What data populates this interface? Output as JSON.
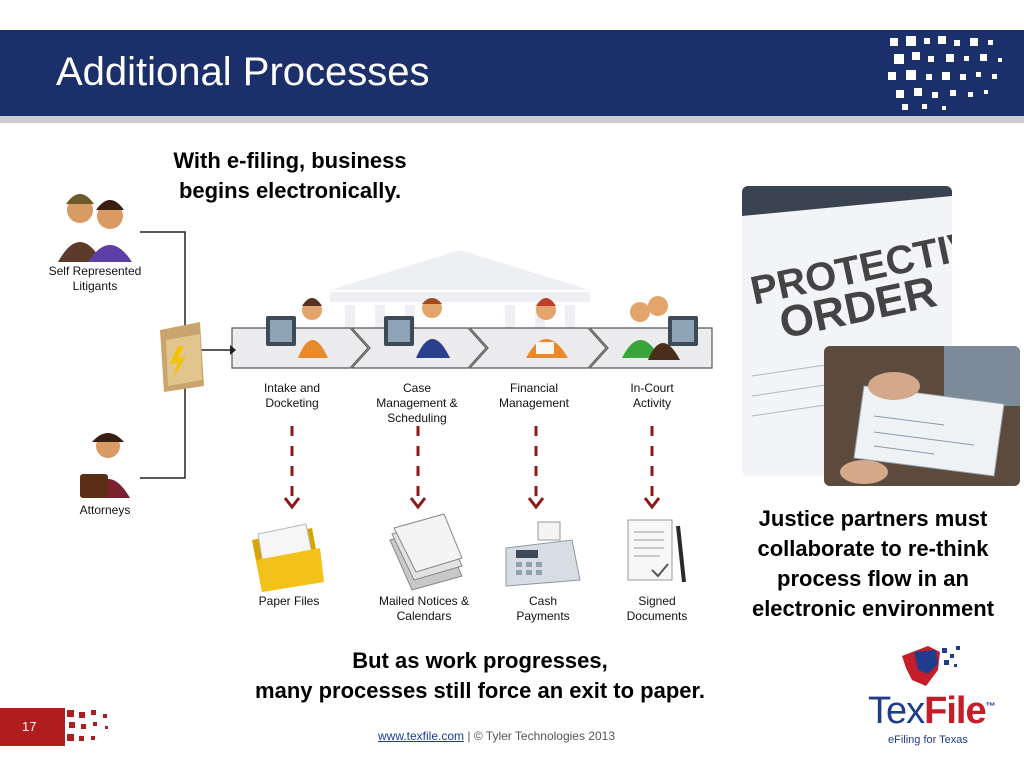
{
  "slide": {
    "title": "Additional Processes",
    "headline_top": [
      "With e-filing, business",
      "begins electronically."
    ],
    "headline_right": [
      "Justice partners must",
      "collaborate to re-think",
      "process flow in an",
      "electronic environment"
    ],
    "headline_bottom": [
      "But as work progresses,",
      "many processes still force an exit to paper."
    ]
  },
  "sources": [
    {
      "label": [
        "Self Represented",
        "Litigants"
      ],
      "icon": "people-pair-icon"
    },
    {
      "label": [
        "Attorneys"
      ],
      "icon": "attorney-briefcase-icon"
    }
  ],
  "process_steps": [
    {
      "label": [
        "Intake and",
        "Docketing"
      ],
      "icon": "clerk-computer-icon"
    },
    {
      "label": [
        "Case",
        "Management &",
        "Scheduling"
      ],
      "icon": "manager-computer-icon"
    },
    {
      "label": [
        "Financial",
        "Management"
      ],
      "icon": "accountant-icon"
    },
    {
      "label": [
        "In-Court",
        "Activity"
      ],
      "icon": "judge-computer-icon"
    }
  ],
  "paper_outputs": [
    {
      "label": [
        "Paper Files"
      ],
      "icon": "folder-icon"
    },
    {
      "label": [
        "Mailed Notices &",
        "Calendars"
      ],
      "icon": "paper-stack-icon"
    },
    {
      "label": [
        "Cash",
        "Payments"
      ],
      "icon": "cash-register-icon"
    },
    {
      "label": [
        "Signed",
        "Documents"
      ],
      "icon": "signed-document-icon"
    }
  ],
  "photos": {
    "order_text": [
      "PROTECTIVE",
      "ORDER"
    ]
  },
  "footer": {
    "page_number": "17",
    "link": "www.texfile.com",
    "separator": "|",
    "copyright": "© Tyler Technologies 2013"
  },
  "brand": {
    "tex": "Tex",
    "file": "File",
    "tm": "™",
    "tagline": "eFiling for Texas"
  },
  "colors": {
    "header_navy": "#1b2f6b",
    "accent_red": "#b01d1d",
    "arrow_red": "#8b1a1a"
  }
}
